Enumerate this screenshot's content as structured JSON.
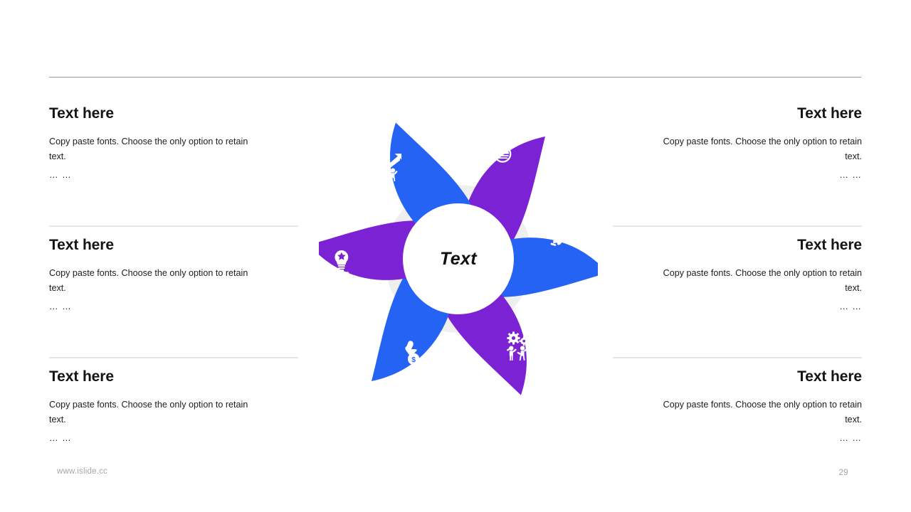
{
  "slide": {
    "background_color": "#ffffff",
    "top_rule_color": "#9a9a9a",
    "divider_color": "#e6e6e8"
  },
  "columns": {
    "left": [
      {
        "title": "Text here",
        "body": "Copy paste fonts. Choose the only option to retain text.",
        "ellipsis": "… …"
      },
      {
        "title": "Text here",
        "body": "Copy paste fonts. Choose the only option to retain text.",
        "ellipsis": "… …"
      },
      {
        "title": "Text here",
        "body": "Copy paste fonts. Choose the only option to retain text.",
        "ellipsis": "… …"
      }
    ],
    "right": [
      {
        "title": "Text here",
        "body": "Copy paste fonts. Choose the only option to retain text.",
        "ellipsis": "… …"
      },
      {
        "title": "Text here",
        "body": "Copy paste fonts. Choose the only option to retain text.",
        "ellipsis": "… …"
      },
      {
        "title": "Text here",
        "body": "Copy paste fonts. Choose the only option to retain text.",
        "ellipsis": "… …"
      }
    ]
  },
  "diagram": {
    "type": "pinwheel",
    "center_label": "Text",
    "ring_color": "#efefef",
    "inner_circle_color": "#ffffff",
    "petal_count": 6,
    "colors": {
      "purple": "#7b22d4",
      "blue": "#2563f5"
    },
    "petals": [
      {
        "index": 1,
        "color": "#7b22d4",
        "icon": "presenter-pie-chart-icon",
        "angle": 0
      },
      {
        "index": 2,
        "color": "#2563f5",
        "icon": "magnifier-person-icon",
        "angle": 60
      },
      {
        "index": 3,
        "color": "#7b22d4",
        "icon": "people-gears-icon",
        "angle": 120
      },
      {
        "index": 4,
        "color": "#2563f5",
        "icon": "hand-money-bag-icon",
        "angle": 180
      },
      {
        "index": 5,
        "color": "#7b22d4",
        "icon": "hand-lightbulb-star-icon",
        "angle": 240
      },
      {
        "index": 6,
        "color": "#2563f5",
        "icon": "team-growth-arrow-icon",
        "angle": 300
      }
    ]
  },
  "footer": {
    "site": "www.islide.cc",
    "page_number": "29",
    "text_color": "#a6a6a6"
  }
}
